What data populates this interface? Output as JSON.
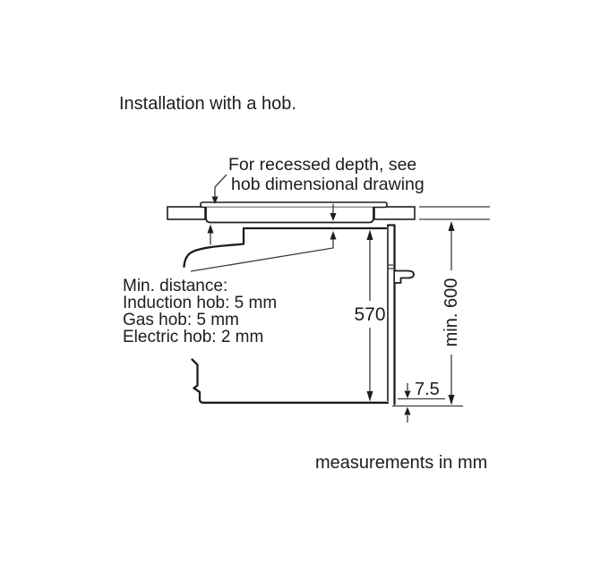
{
  "page": {
    "title": "Installation with a hob.",
    "footer": "measurements in mm"
  },
  "recess_note": {
    "line1": "For recessed depth, see",
    "line2": "hob dimensional drawing"
  },
  "min_distance_note": {
    "heading": "Min. distance:",
    "induction": "Induction hob: 5 mm",
    "gas": "Gas hob: 5 mm",
    "electric": "Electric hob: 2 mm"
  },
  "dimensions": {
    "oven_height_mm": "570",
    "niche_height_mm": "min. 600",
    "door_overhang_mm": "7.5"
  },
  "colors": {
    "line": "#1d1d1b",
    "dimension_line": "#3c3c3c",
    "background": "#ffffff"
  }
}
